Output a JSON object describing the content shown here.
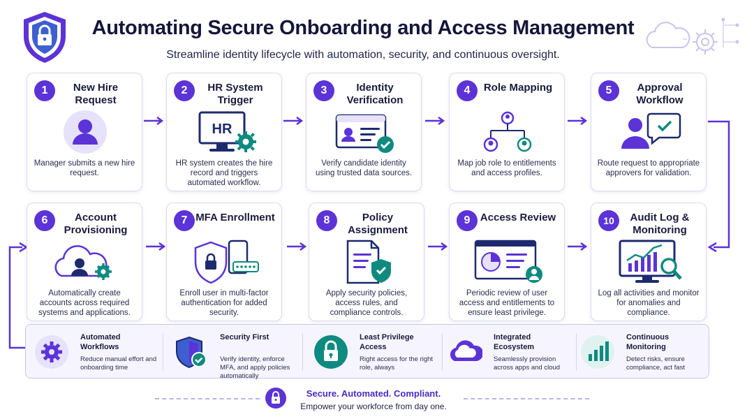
{
  "header": {
    "title": "Automating Secure Onboarding and Access Management",
    "subtitle": "Streamline identity lifecycle with automation, security, and continuous oversight."
  },
  "colors": {
    "accent": "#5b33d6",
    "teal": "#0f8a80",
    "navy": "#1e2a6e",
    "panel": "#f6f5ff"
  },
  "steps": [
    {
      "number": "1",
      "title": "New Hire Request",
      "description": "Manager submits a new hire request.",
      "icon": "user-avatar-icon"
    },
    {
      "number": "2",
      "title": "HR System Trigger",
      "description": "HR system creates the hire record and triggers automated workflow.",
      "icon": "hr-monitor-gear-icon",
      "icon_text": "HR"
    },
    {
      "number": "3",
      "title": "Identity Verification",
      "description": "Verify candidate identity using trusted data sources.",
      "icon": "id-card-check-icon"
    },
    {
      "number": "4",
      "title": "Role Mapping",
      "description": "Map job role to entitlements and access profiles.",
      "icon": "org-chart-icon"
    },
    {
      "number": "5",
      "title": "Approval Workflow",
      "description": "Route request to appropriate approvers for validation.",
      "icon": "approval-chat-icon"
    },
    {
      "number": "6",
      "title": "Account Provisioning",
      "description": "Automatically create accounts across required systems and applications.",
      "icon": "cloud-user-gear-icon"
    },
    {
      "number": "7",
      "title": "MFA Enrollment",
      "description": "Enroll user in multi-factor authentication for added security.",
      "icon": "shield-phone-icon"
    },
    {
      "number": "8",
      "title": "Policy Assignment",
      "description": "Apply security policies, access rules, and compliance controls.",
      "icon": "document-shield-icon"
    },
    {
      "number": "9",
      "title": "Access Review",
      "description": "Periodic review of user access and entitlements to ensure least privilege.",
      "icon": "dashboard-review-icon"
    },
    {
      "number": "10",
      "title": "Audit Log & Monitoring",
      "description": "Log all activities and monitor for anomalies and compliance.",
      "icon": "monitor-chart-magnifier-icon"
    }
  ],
  "features": [
    {
      "title": "Automated Workflows",
      "description": "Reduce manual effort and onboarding time",
      "icon": "gear-icon"
    },
    {
      "title": "Security First",
      "description": "Verify identity, enforce MFA, and apply policies automatically",
      "icon": "shield-check-icon"
    },
    {
      "title": "Least Privilege Access",
      "description": "Right access for the right role, always",
      "icon": "padlock-icon"
    },
    {
      "title": "Integrated Ecosystem",
      "description": "Seamlessly provision across apps and cloud",
      "icon": "cloud-icon"
    },
    {
      "title": "Continuous Monitoring",
      "description": "Detect risks, ensure compliance, act fast",
      "icon": "bar-chart-icon"
    }
  ],
  "footer": {
    "tagline": "Secure. Automated. Compliant.",
    "subtext": "Empower your workforce from day one."
  }
}
